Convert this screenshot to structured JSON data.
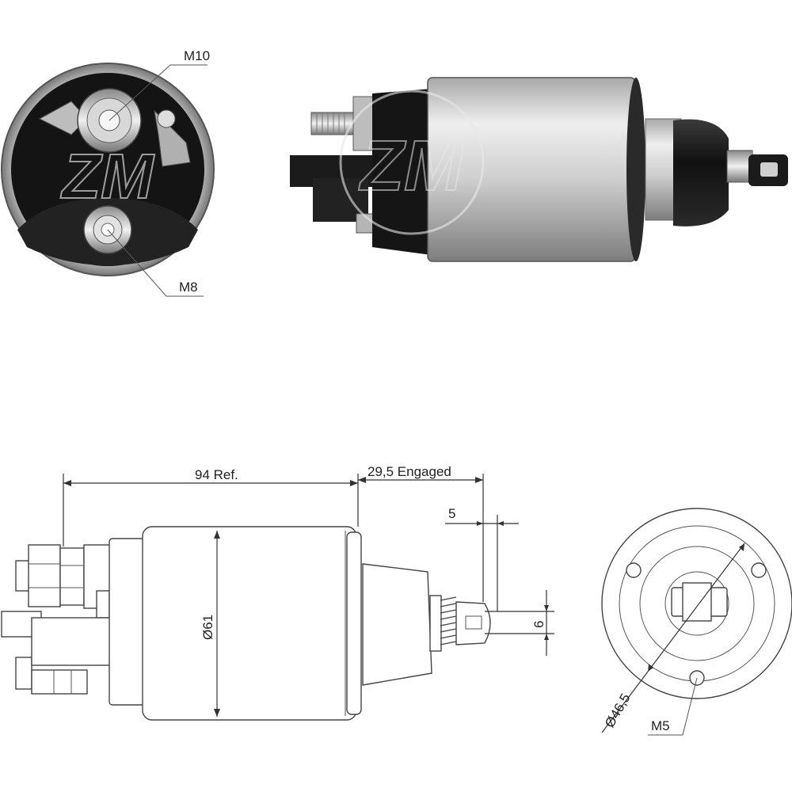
{
  "labels": {
    "m10": "M10",
    "m8": "M8",
    "length_ref": "94 Ref.",
    "engaged": "29,5 Engaged",
    "plunger_offset": "5",
    "diameter_body": "Ø61",
    "plunger_width": "6",
    "diameter_bolt_circle": "Ø46,5",
    "mount_thread": "M5"
  },
  "colors": {
    "metal_light": "#d9d9d9",
    "metal_dark": "#8a8a8a",
    "rubber": "#1a1a1a",
    "line": "#333333"
  }
}
